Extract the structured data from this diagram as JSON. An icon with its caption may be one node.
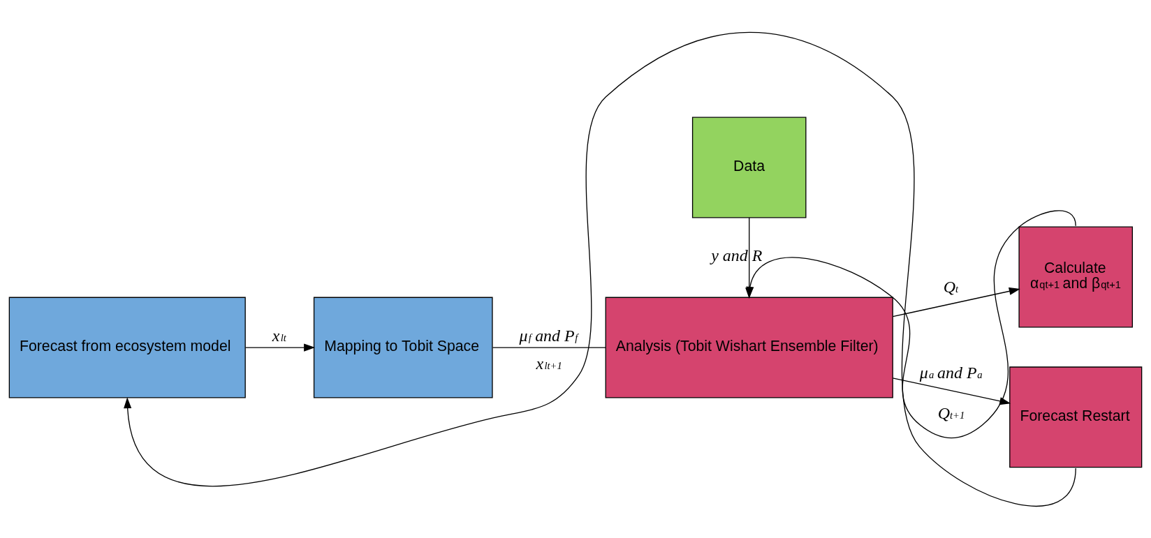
{
  "diagram": {
    "nodes": [
      {
        "text": [
          "Forecast from ecosystem model"
        ]
      },
      {
        "text": [
          "Mapping to Tobit Space"
        ]
      },
      {
        "text": [
          "Data"
        ]
      },
      {
        "text": [
          "Analysis (Tobit Wishart Ensemble Filter)"
        ]
      },
      {
        "text": [
          "Calculate",
          "α$_{qt+1}$ and β$_{qt+1}$"
        ]
      },
      {
        "text": [
          "Forecast Restart"
        ]
      }
    ],
    "edges": [
      {
        "from": 0,
        "to": 1,
        "arrow": "to",
        "label": "x$_{lt}$"
      },
      {
        "from": 1,
        "to": 3,
        "arrow": "none",
        "label": "μ$_{f}$ and P$_{f}$"
      },
      {
        "from": 2,
        "to": 3,
        "arrow": "to",
        "label": "y and R"
      },
      {
        "from": 3,
        "to": 4,
        "arrow": "to",
        "label": "Q$_{t}$"
      },
      {
        "from": 4,
        "to": 3,
        "arrow": "to",
        "label": "Q$_{t+1}$"
      },
      {
        "from": 3,
        "to": 5,
        "arrow": "to",
        "label": "μ$_{a}$ and P$_{a}$"
      },
      {
        "from": 5,
        "to": 0,
        "arrow": "to",
        "label": "x$_{lt+1}$"
      }
    ]
  }
}
